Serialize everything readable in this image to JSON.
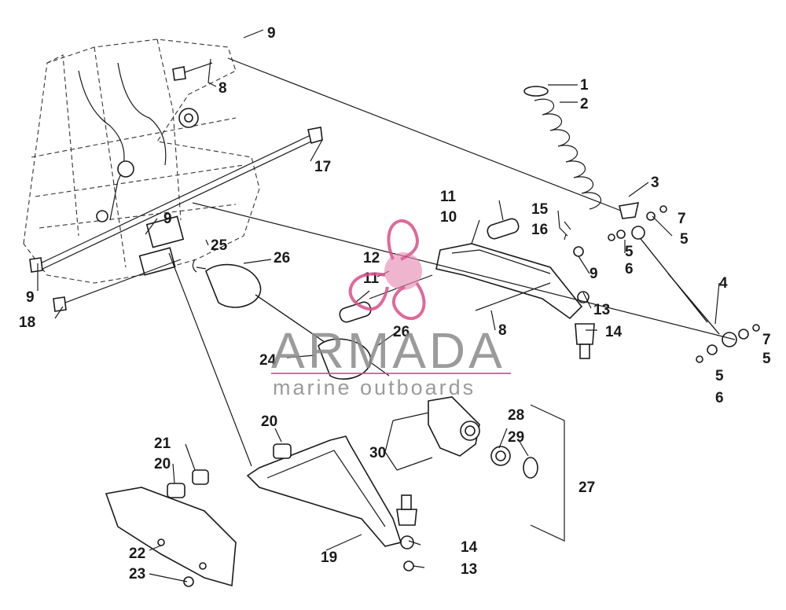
{
  "watermark": {
    "brand": "ARMADA",
    "tagline": "marine outboards",
    "logo_color": "#d94f8a"
  },
  "callouts": [
    {
      "id": "c1",
      "label": "1"
    },
    {
      "id": "c2",
      "label": "2"
    },
    {
      "id": "c3",
      "label": "3"
    },
    {
      "id": "c4",
      "label": "4"
    },
    {
      "id": "c5a",
      "label": "5"
    },
    {
      "id": "c5b",
      "label": "5"
    },
    {
      "id": "c5c",
      "label": "5"
    },
    {
      "id": "c5d",
      "label": "5"
    },
    {
      "id": "c6a",
      "label": "6"
    },
    {
      "id": "c6b",
      "label": "6"
    },
    {
      "id": "c7a",
      "label": "7"
    },
    {
      "id": "c7b",
      "label": "7"
    },
    {
      "id": "c8a",
      "label": "8"
    },
    {
      "id": "c8b",
      "label": "8"
    },
    {
      "id": "c9a",
      "label": "9"
    },
    {
      "id": "c9b",
      "label": "9"
    },
    {
      "id": "c9c",
      "label": "9"
    },
    {
      "id": "c9d",
      "label": "9"
    },
    {
      "id": "c10",
      "label": "10"
    },
    {
      "id": "c11a",
      "label": "11"
    },
    {
      "id": "c11b",
      "label": "11"
    },
    {
      "id": "c12",
      "label": "12"
    },
    {
      "id": "c13a",
      "label": "13"
    },
    {
      "id": "c13b",
      "label": "13"
    },
    {
      "id": "c14a",
      "label": "14"
    },
    {
      "id": "c14b",
      "label": "14"
    },
    {
      "id": "c15",
      "label": "15"
    },
    {
      "id": "c16",
      "label": "16"
    },
    {
      "id": "c17",
      "label": "17"
    },
    {
      "id": "c18",
      "label": "18"
    },
    {
      "id": "c19",
      "label": "19"
    },
    {
      "id": "c20a",
      "label": "20"
    },
    {
      "id": "c20b",
      "label": "20"
    },
    {
      "id": "c21",
      "label": "21"
    },
    {
      "id": "c22",
      "label": "22"
    },
    {
      "id": "c23",
      "label": "23"
    },
    {
      "id": "c24",
      "label": "24"
    },
    {
      "id": "c25",
      "label": "25"
    },
    {
      "id": "c26a",
      "label": "26"
    },
    {
      "id": "c26b",
      "label": "26"
    },
    {
      "id": "c27",
      "label": "27"
    },
    {
      "id": "c28",
      "label": "28"
    },
    {
      "id": "c29",
      "label": "29"
    },
    {
      "id": "c30",
      "label": "30"
    }
  ]
}
